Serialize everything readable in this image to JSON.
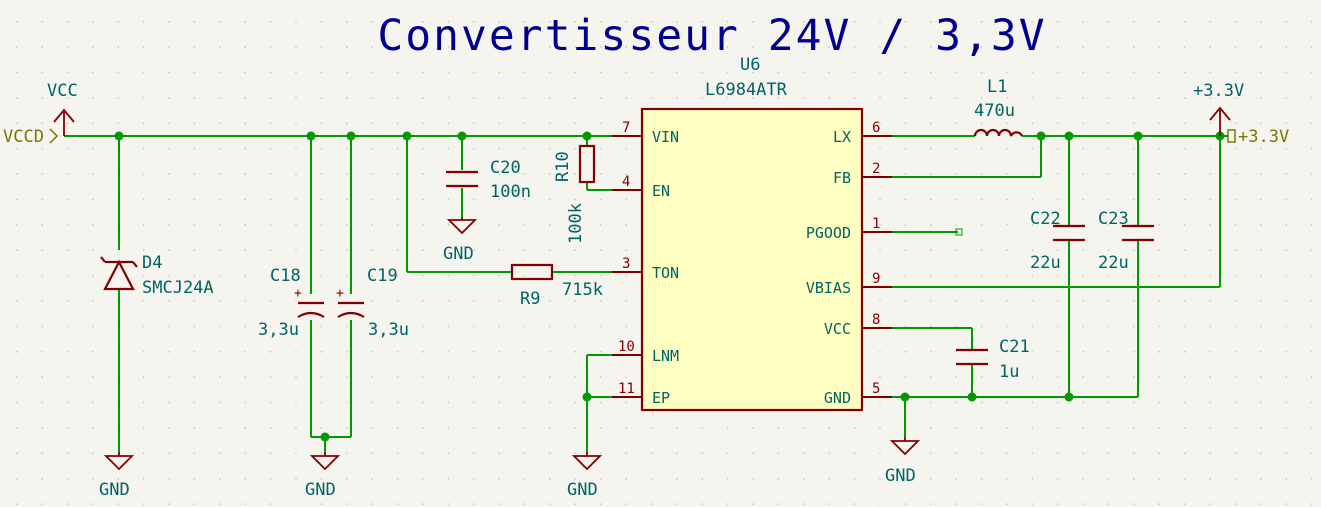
{
  "title": "Convertisseur 24V / 3,3V",
  "ic": {
    "ref": "U6",
    "value": "L6984ATR",
    "left_pins": [
      {
        "num": "7",
        "name": "VIN"
      },
      {
        "num": "4",
        "name": "EN"
      },
      {
        "num": "3",
        "name": "TON"
      },
      {
        "num": "10",
        "name": "LNM"
      },
      {
        "num": "11",
        "name": "EP"
      }
    ],
    "right_pins": [
      {
        "num": "6",
        "name": "LX"
      },
      {
        "num": "2",
        "name": "FB"
      },
      {
        "num": "1",
        "name": "PGOOD"
      },
      {
        "num": "9",
        "name": "VBIAS"
      },
      {
        "num": "8",
        "name": "VCC"
      },
      {
        "num": "5",
        "name": "GND"
      }
    ]
  },
  "components": {
    "d4": {
      "ref": "D4",
      "value": "SMCJ24A"
    },
    "c18": {
      "ref": "C18",
      "value": "3,3u"
    },
    "c19": {
      "ref": "C19",
      "value": "3,3u"
    },
    "c20": {
      "ref": "C20",
      "value": "100n"
    },
    "r10": {
      "ref": "R10",
      "value": "100k"
    },
    "r9": {
      "ref": "R9",
      "value": "715k"
    },
    "l1": {
      "ref": "L1",
      "value": "470u"
    },
    "c21": {
      "ref": "C21",
      "value": "1u"
    },
    "c22": {
      "ref": "C22",
      "value": "22u"
    },
    "c23": {
      "ref": "C23",
      "value": "22u"
    }
  },
  "power": {
    "vcc_symbol": "VCC",
    "vcc_label": "VCCD",
    "out_symbol": "+3.3V",
    "out_label": "+3.3V",
    "gnd": "GND"
  },
  "colors": {
    "wire": "#009900",
    "component": "#840000",
    "text": "#006464",
    "ic_fill": "#ffffc2",
    "title": "#000090",
    "net_label": "#787800"
  }
}
